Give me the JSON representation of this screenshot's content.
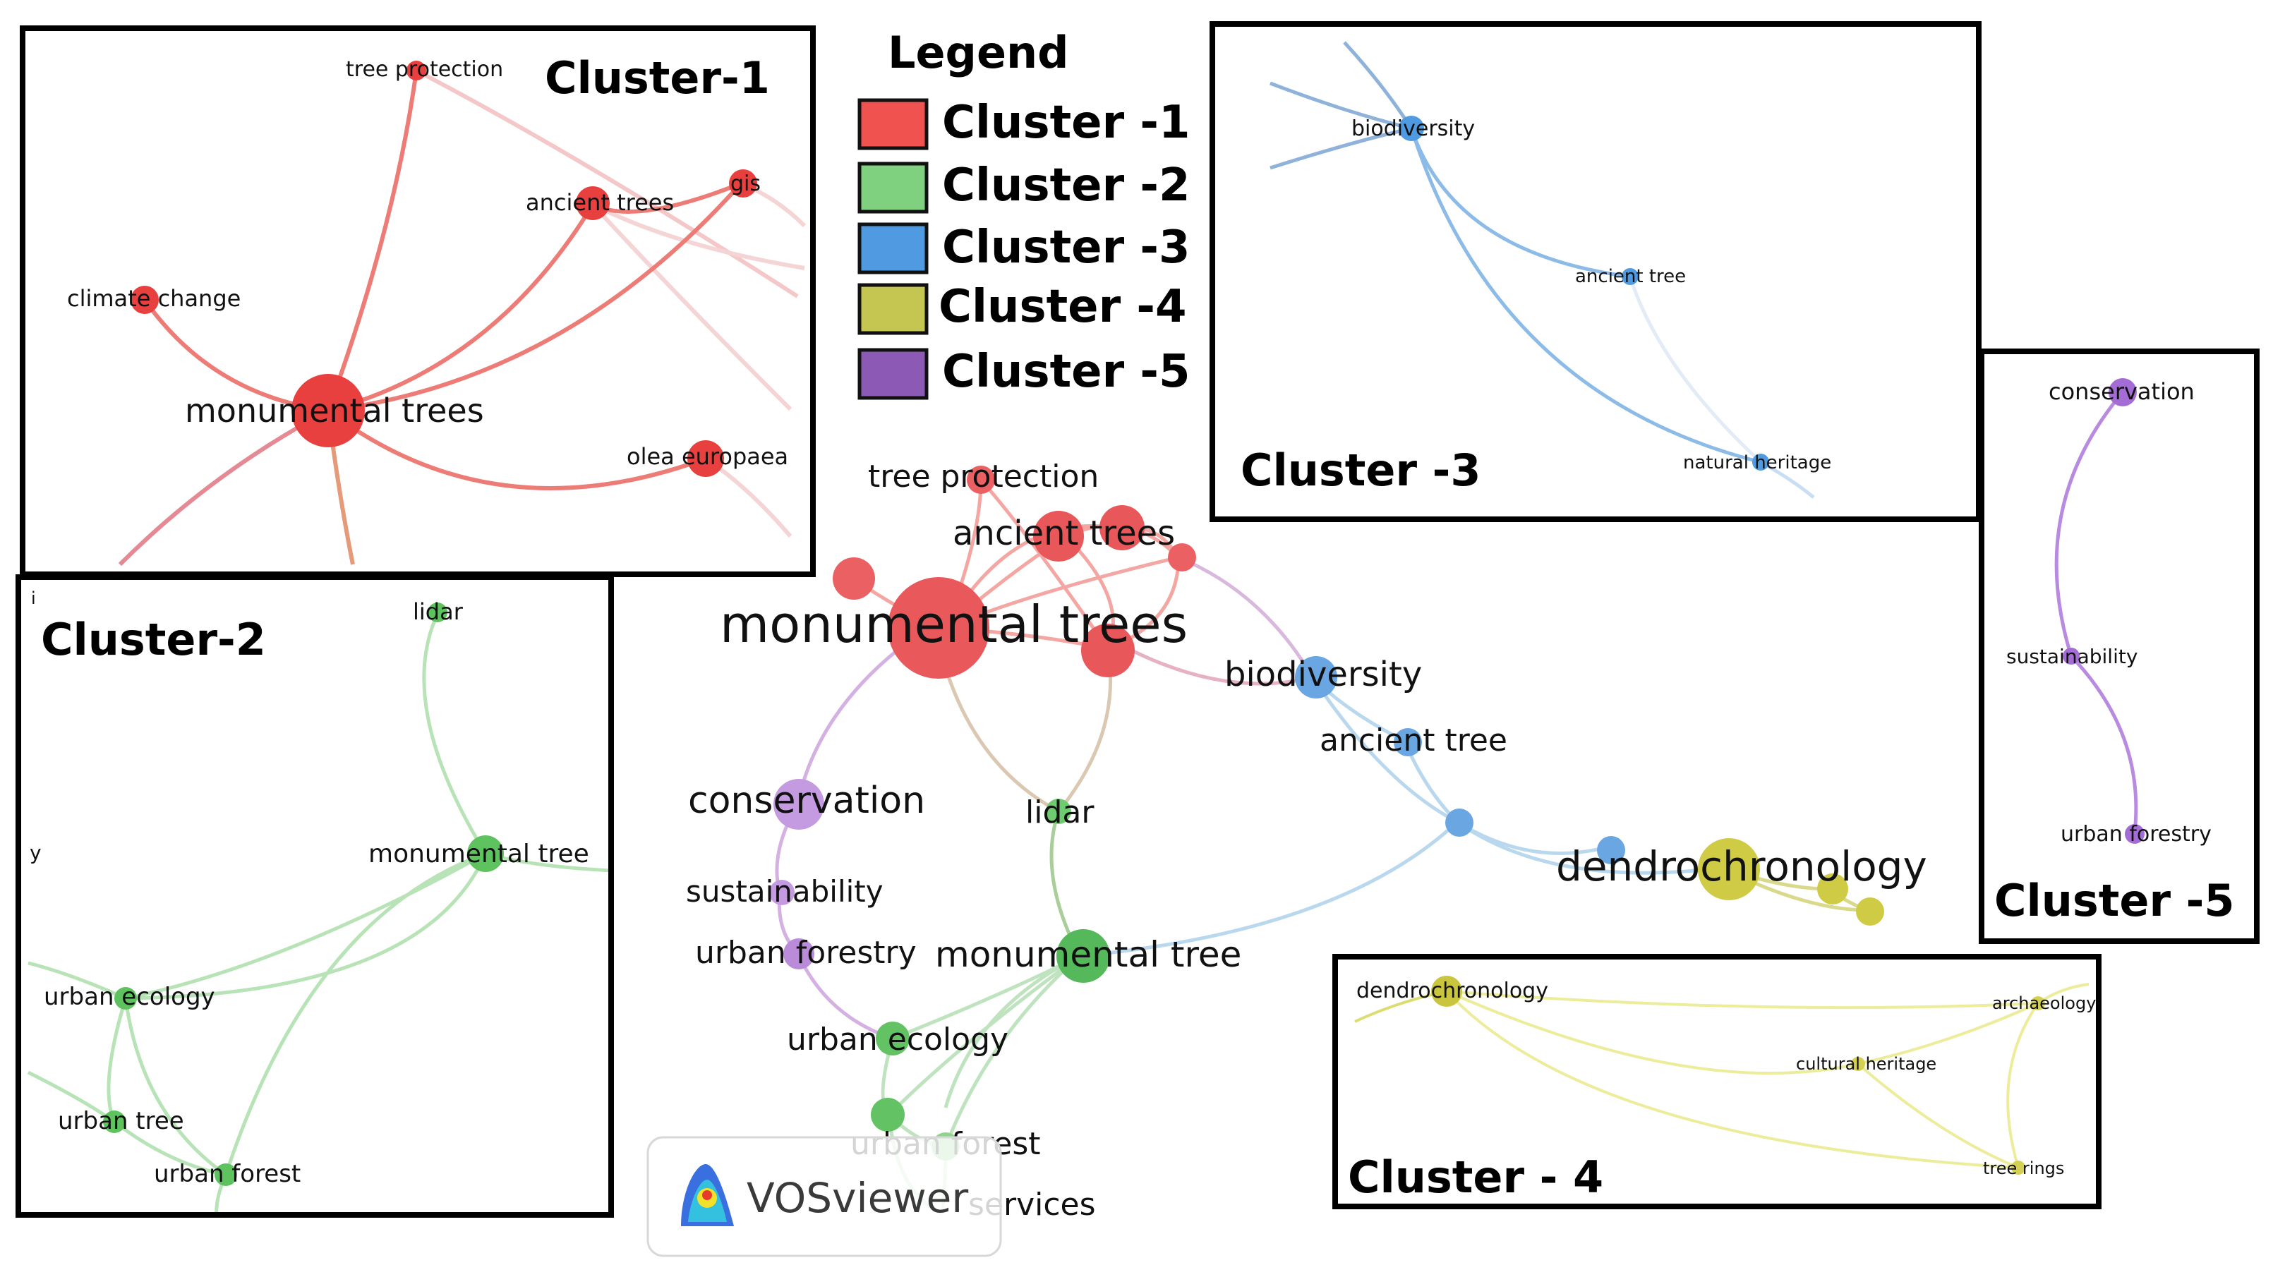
{
  "colors": {
    "cluster1": "#e8524f",
    "cluster2": "#5cc15e",
    "cluster3": "#4f9ae0",
    "cluster4": "#c8c443",
    "cluster5": "#9b64c4"
  },
  "legend": {
    "title": "Legend",
    "items": [
      {
        "label": "Cluster -1",
        "color": "#f0524f"
      },
      {
        "label": "Cluster -2",
        "color": "#7fd07f"
      },
      {
        "label": "Cluster -3",
        "color": "#4f9ae0"
      },
      {
        "label": "Cluster -4",
        "color": "#c5c551"
      },
      {
        "label": "Cluster -5",
        "color": "#8c5ab5"
      }
    ]
  },
  "panels": {
    "cluster1": {
      "title": "Cluster-1"
    },
    "cluster2": {
      "title": "Cluster-2"
    },
    "cluster3": {
      "title": "Cluster -3"
    },
    "cluster4": {
      "title": "Cluster - 4"
    },
    "cluster5": {
      "title": "Cluster -5"
    }
  },
  "network": {
    "labels": {
      "monumental_trees": "monumental trees",
      "tree_protection": "tree protection",
      "ancient_trees": "ancient trees",
      "biodiversity": "biodiversity",
      "ancient_tree": "ancient tree",
      "conservation": "conservation",
      "lidar": "lidar",
      "sustainability": "sustainability",
      "urban_forestry": "urban forestry",
      "monumental_tree": "monumental tree",
      "dendrochronology": "dendrochronology",
      "urban_ecology": "urban ecology",
      "urban_forest": "urban forest",
      "ecosystem_services": "services"
    }
  },
  "cluster1_panel": {
    "tree_protection": "tree protection",
    "ancient_trees": "ancient trees",
    "gis": "gis",
    "climate_change": "climate change",
    "monumental_trees": "monumental trees",
    "olea_europaea": "olea europaea"
  },
  "cluster2_panel": {
    "lidar": "lidar",
    "monumental_tree": "monumental tree",
    "urban_ecology": "urban ecology",
    "urban_tree": "urban tree",
    "urban_forest": "urban forest",
    "stray_i": "i",
    "stray_y": "y"
  },
  "cluster3_panel": {
    "biodiversity": "biodiversity",
    "ancient_tree": "ancient tree",
    "natural_heritage": "natural heritage"
  },
  "cluster4_panel": {
    "dendrochronology": "dendrochronology",
    "archaeology": "archaeology",
    "cultural_heritage": "cultural heritage",
    "tree_rings": "tree rings"
  },
  "cluster5_panel": {
    "conservation": "conservation",
    "sustainability": "sustainability",
    "urban_forestry": "urban forestry"
  },
  "logo": {
    "text": "VOSviewer",
    "icon": "vosviewer-logo-icon"
  }
}
